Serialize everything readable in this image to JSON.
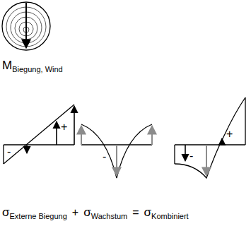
{
  "diagram": {
    "labels": [
      "M",
      "Biegung, Wind",
      "-",
      "+",
      "-",
      "-",
      "+",
      "σ",
      "Externe Biegung",
      "+",
      "σ",
      "Wachstum",
      "=",
      "σ",
      "Kombiniert"
    ]
  }
}
